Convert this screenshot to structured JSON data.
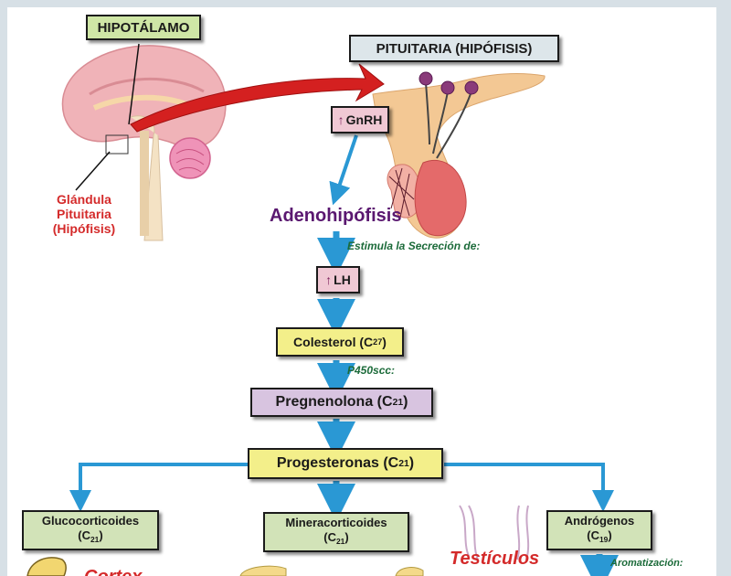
{
  "diagram": {
    "hypothalamus_label": "HIPOTÁLAMO",
    "pituitary_title": "PITUITARIA (HIPÓFISIS)",
    "gland_label": [
      "Glándula",
      "Pituitaria",
      "(Hipófisis)"
    ],
    "gnrh": "GnRH",
    "adenohypophysis": "Adenohipófisis",
    "stimulates": "Estimula la Secreción de:",
    "lh": "LH",
    "cholesterol": {
      "name": "Colesterol (C",
      "sub": "27",
      "close": ")"
    },
    "p450": "P450scc:",
    "pregnenolone": {
      "name": "Pregnenolona (C",
      "sub": "21",
      "close": ")"
    },
    "progesterones": {
      "name": "Progesteronas (C",
      "sub": "21",
      "close": ")"
    },
    "glucocorticoids": {
      "name": "Glucocorticoides",
      "paren": "(C",
      "sub": "21",
      "close": ")"
    },
    "mineralocorticoids": {
      "name": "Mineracorticoides",
      "paren": "(C",
      "sub": "21",
      "close": ")"
    },
    "androgens": {
      "name": "Andrógenos",
      "paren": "(C",
      "sub": "19",
      "close": ")"
    },
    "testicles": "Testículos",
    "aromatization": "Aromatización:",
    "cortex_partial": "Cortex"
  },
  "colors": {
    "hypothalamus_box": "#cfe6a6",
    "pituitary_box": "#dde6ea",
    "pink_box": "#f0c8d4",
    "yellow_box": "#f3ef8a",
    "lavender_box": "#d8c4e0",
    "green_box": "#d2e3b8",
    "arrow_blue": "#2a98d4",
    "arrow_red": "#d42020",
    "text_red": "#d42a2a",
    "text_purple": "#5a1870",
    "text_green": "#1c6b3a"
  }
}
